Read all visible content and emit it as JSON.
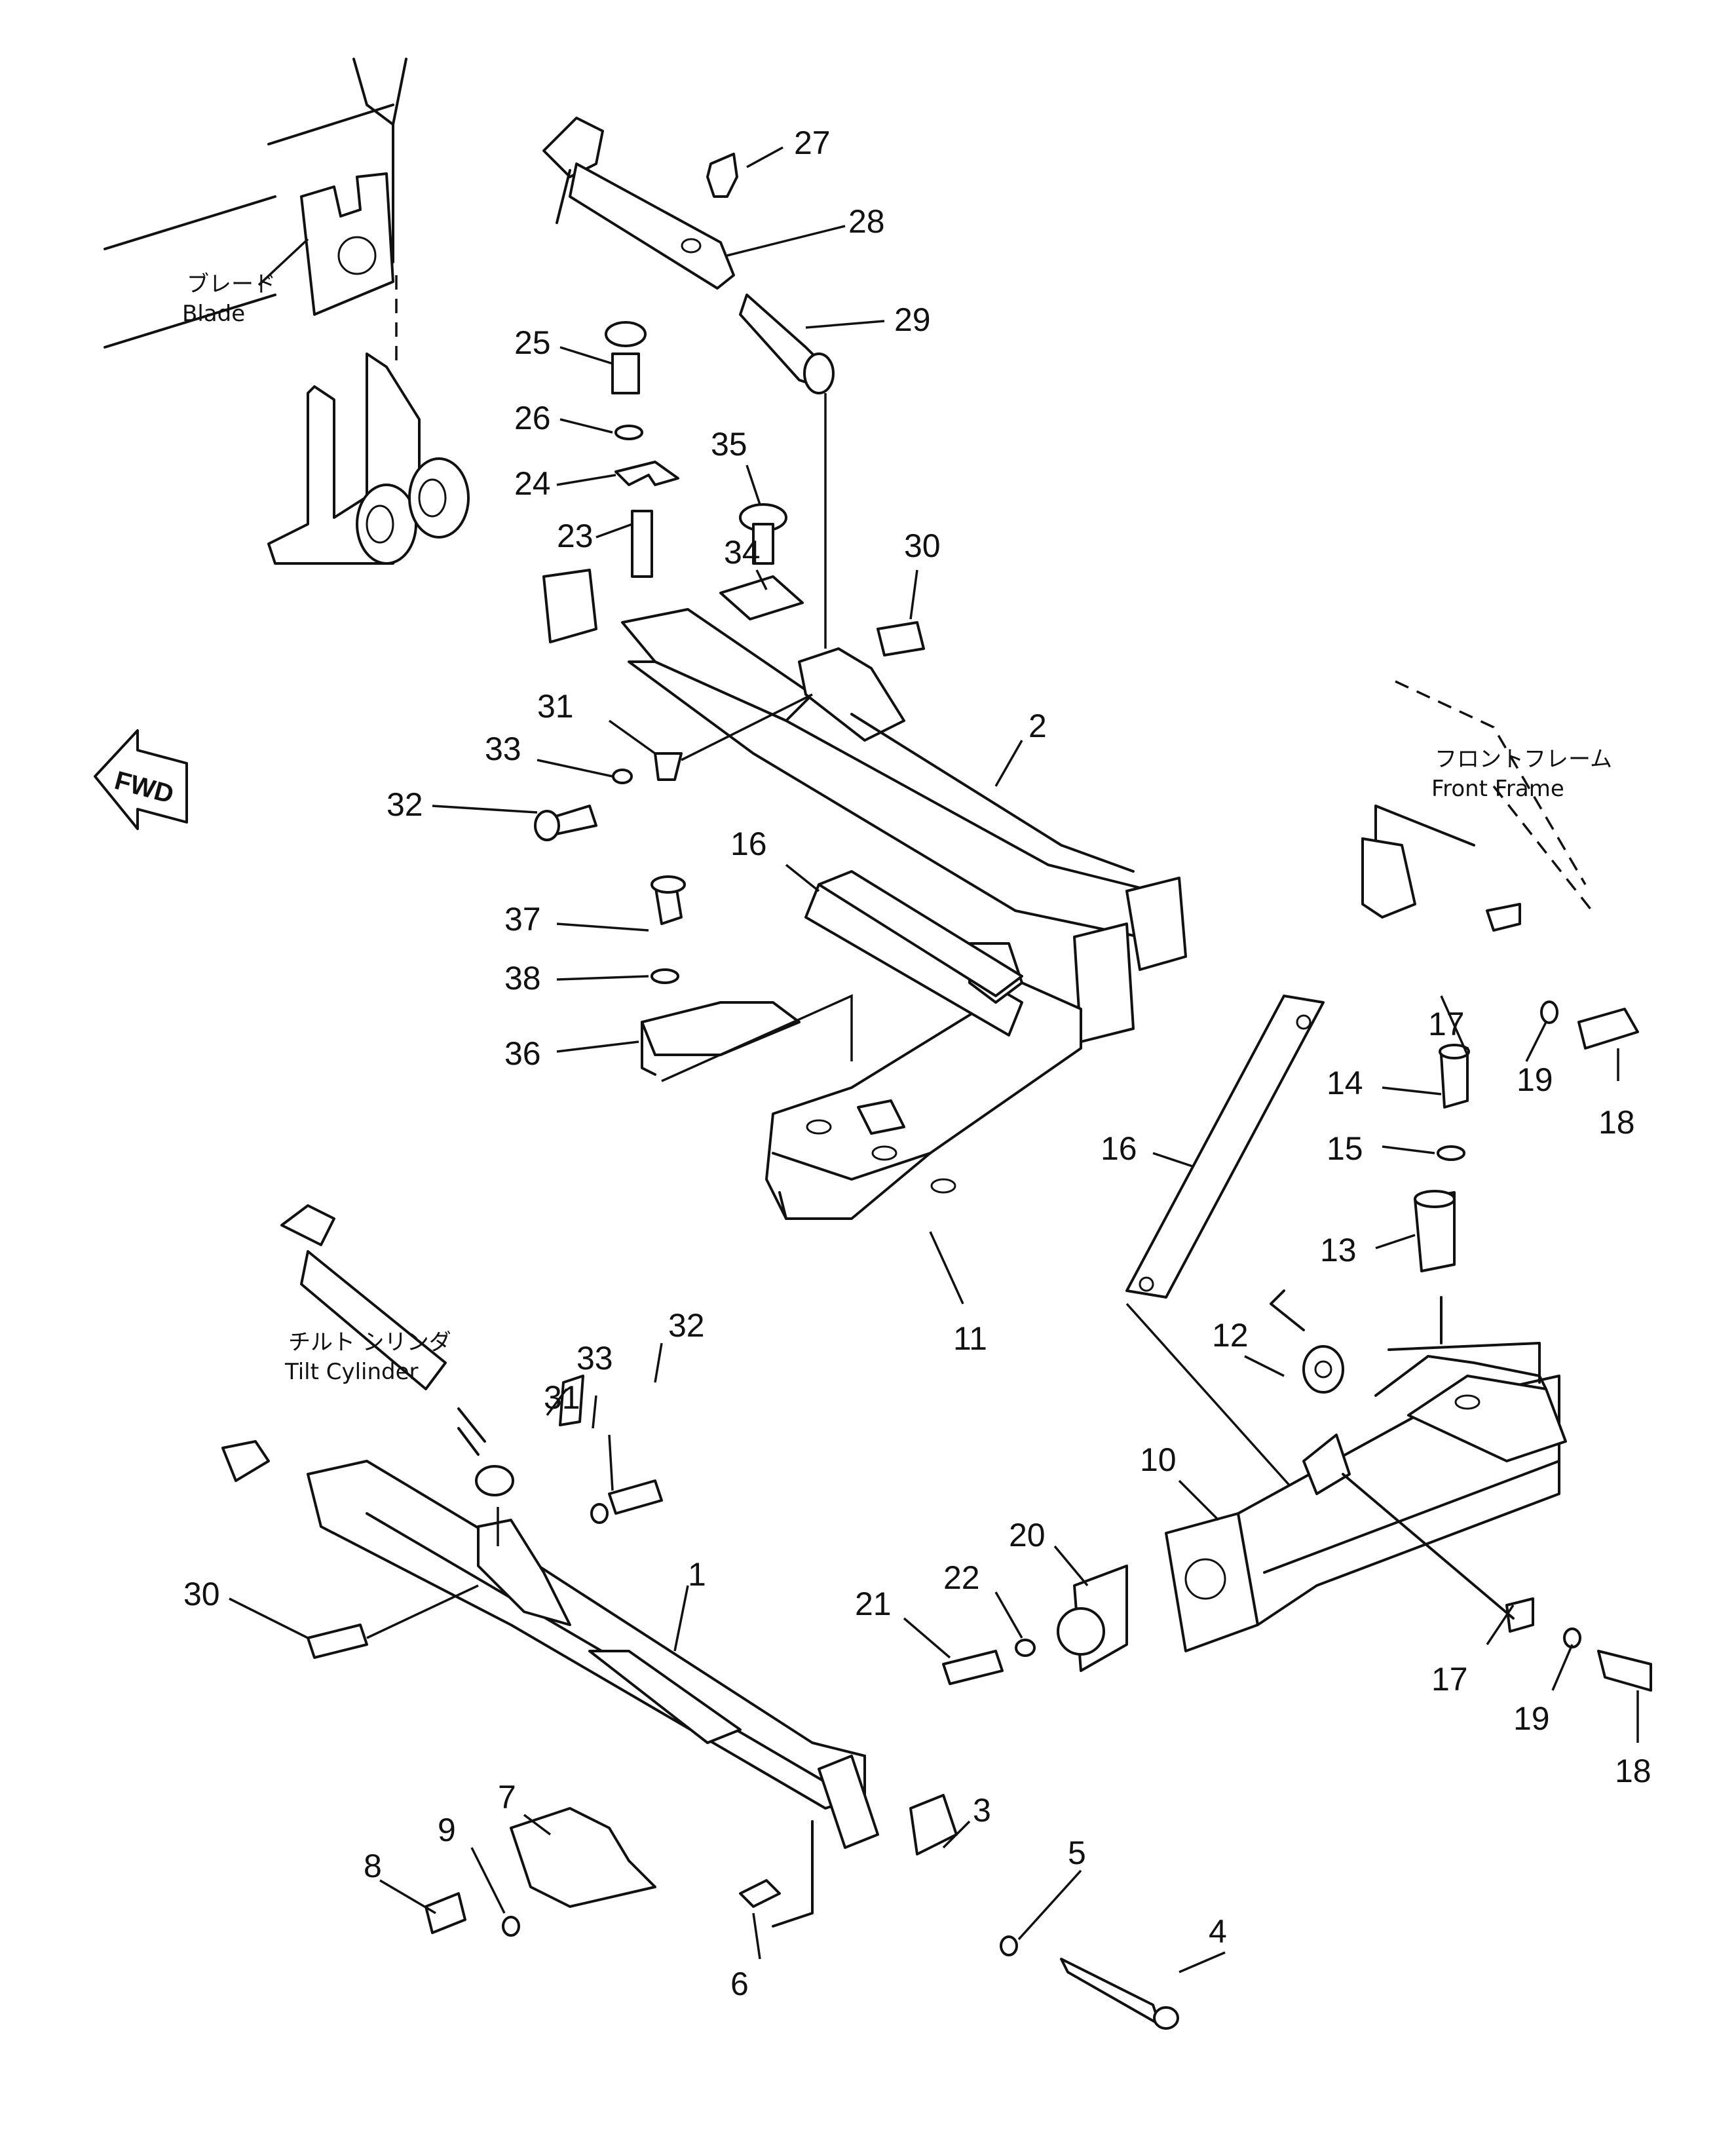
{
  "labels": {
    "blade_jp": "ブレード",
    "blade_en": "Blade",
    "front_frame_jp": "フロントフレーム",
    "front_frame_en": "Front Frame",
    "tilt_cylinder_jp": "チルト シリンダ",
    "tilt_cylinder_en": "Tilt Cylinder",
    "fwd": "FWD"
  },
  "callouts": {
    "c1": "1",
    "c2": "2",
    "c3": "3",
    "c4": "4",
    "c5": "5",
    "c6": "6",
    "c7": "7",
    "c8": "8",
    "c9": "9",
    "c10": "10",
    "c11": "11",
    "c12": "12",
    "c13": "13",
    "c14": "14",
    "c15": "15",
    "c16": "16",
    "c17": "17",
    "c18": "18",
    "c19": "19",
    "c20": "20",
    "c21": "21",
    "c22": "22",
    "c23": "23",
    "c24": "24",
    "c25": "25",
    "c26": "26",
    "c27": "27",
    "c28": "28",
    "c29": "29",
    "c30": "30",
    "c31": "31",
    "c32": "32",
    "c33": "33",
    "c34": "34",
    "c35": "35",
    "c36": "36",
    "c37": "37",
    "c38": "38"
  }
}
